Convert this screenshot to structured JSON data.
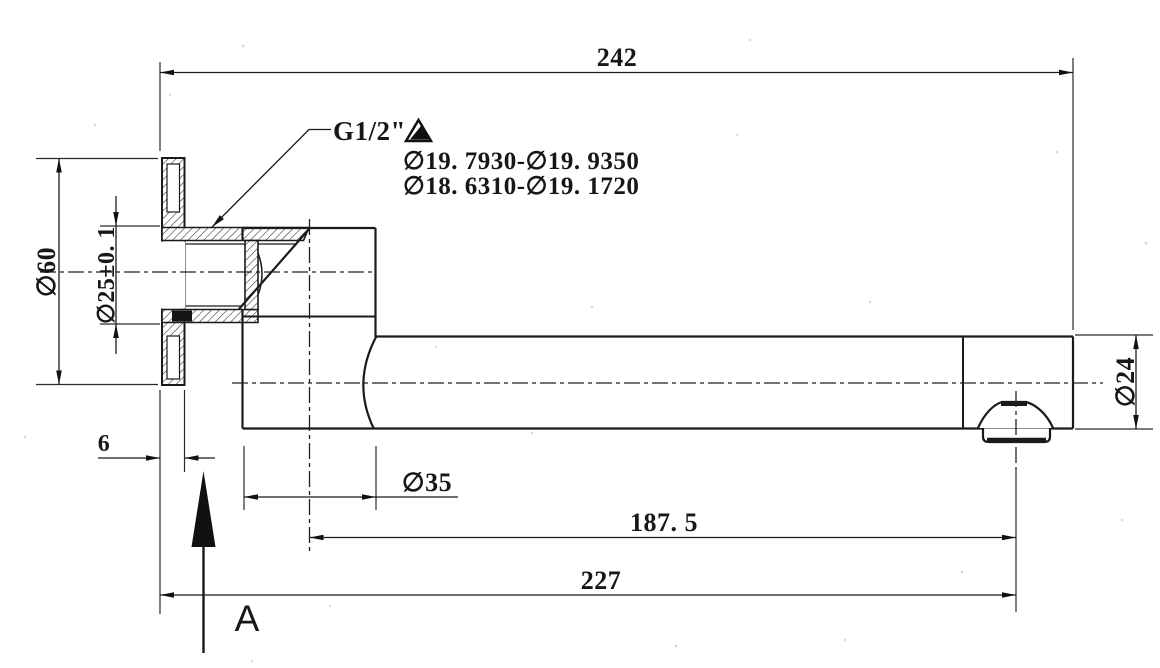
{
  "drawing": {
    "background_color": "#ffffff",
    "ink_color": "#1a1a1a",
    "view": "faucet-spout-section-side-view",
    "thread_callout": {
      "label": "G1/2\"",
      "finish_symbol": "filled-triangle",
      "fit_range_line1": "∅19. 7930-∅19. 9350",
      "fit_range_line2": "∅18. 6310-∅19. 1720"
    },
    "dimensions": {
      "overall_length": "242",
      "flange_diameter": "∅60",
      "spigot_diameter": "∅25±0. 1",
      "flange_thickness": "6",
      "body_diameter": "∅35",
      "axis_to_outlet": "187. 5",
      "wall_to_outlet": "227",
      "tube_diameter": "∅24"
    },
    "section_arrow_label": "A"
  }
}
